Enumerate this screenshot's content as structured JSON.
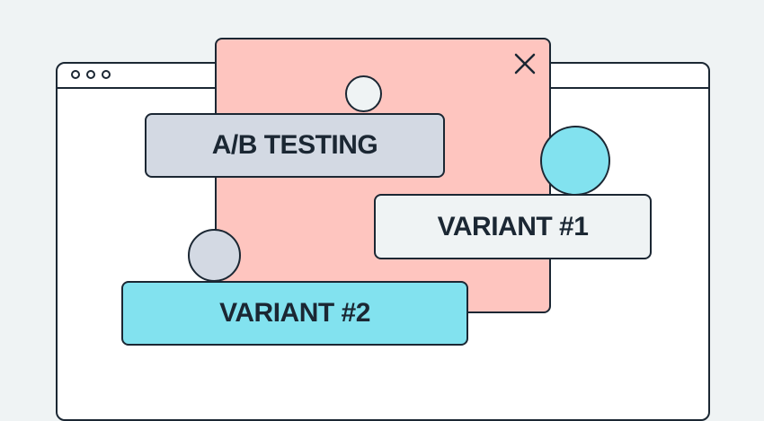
{
  "illustration": {
    "title": "A/B TESTING",
    "variants": [
      {
        "label": "VARIANT #1"
      },
      {
        "label": "VARIANT #2"
      }
    ]
  },
  "icons": {
    "window_controls": "three-dots",
    "close": "close-x"
  },
  "colors": {
    "background": "#eff3f4",
    "outline": "#1b2733",
    "panel": "#fec5bf",
    "gray_blue": "#d3d9e3",
    "cyan": "#82e2ef",
    "light": "#eff3f4",
    "white": "#ffffff"
  }
}
